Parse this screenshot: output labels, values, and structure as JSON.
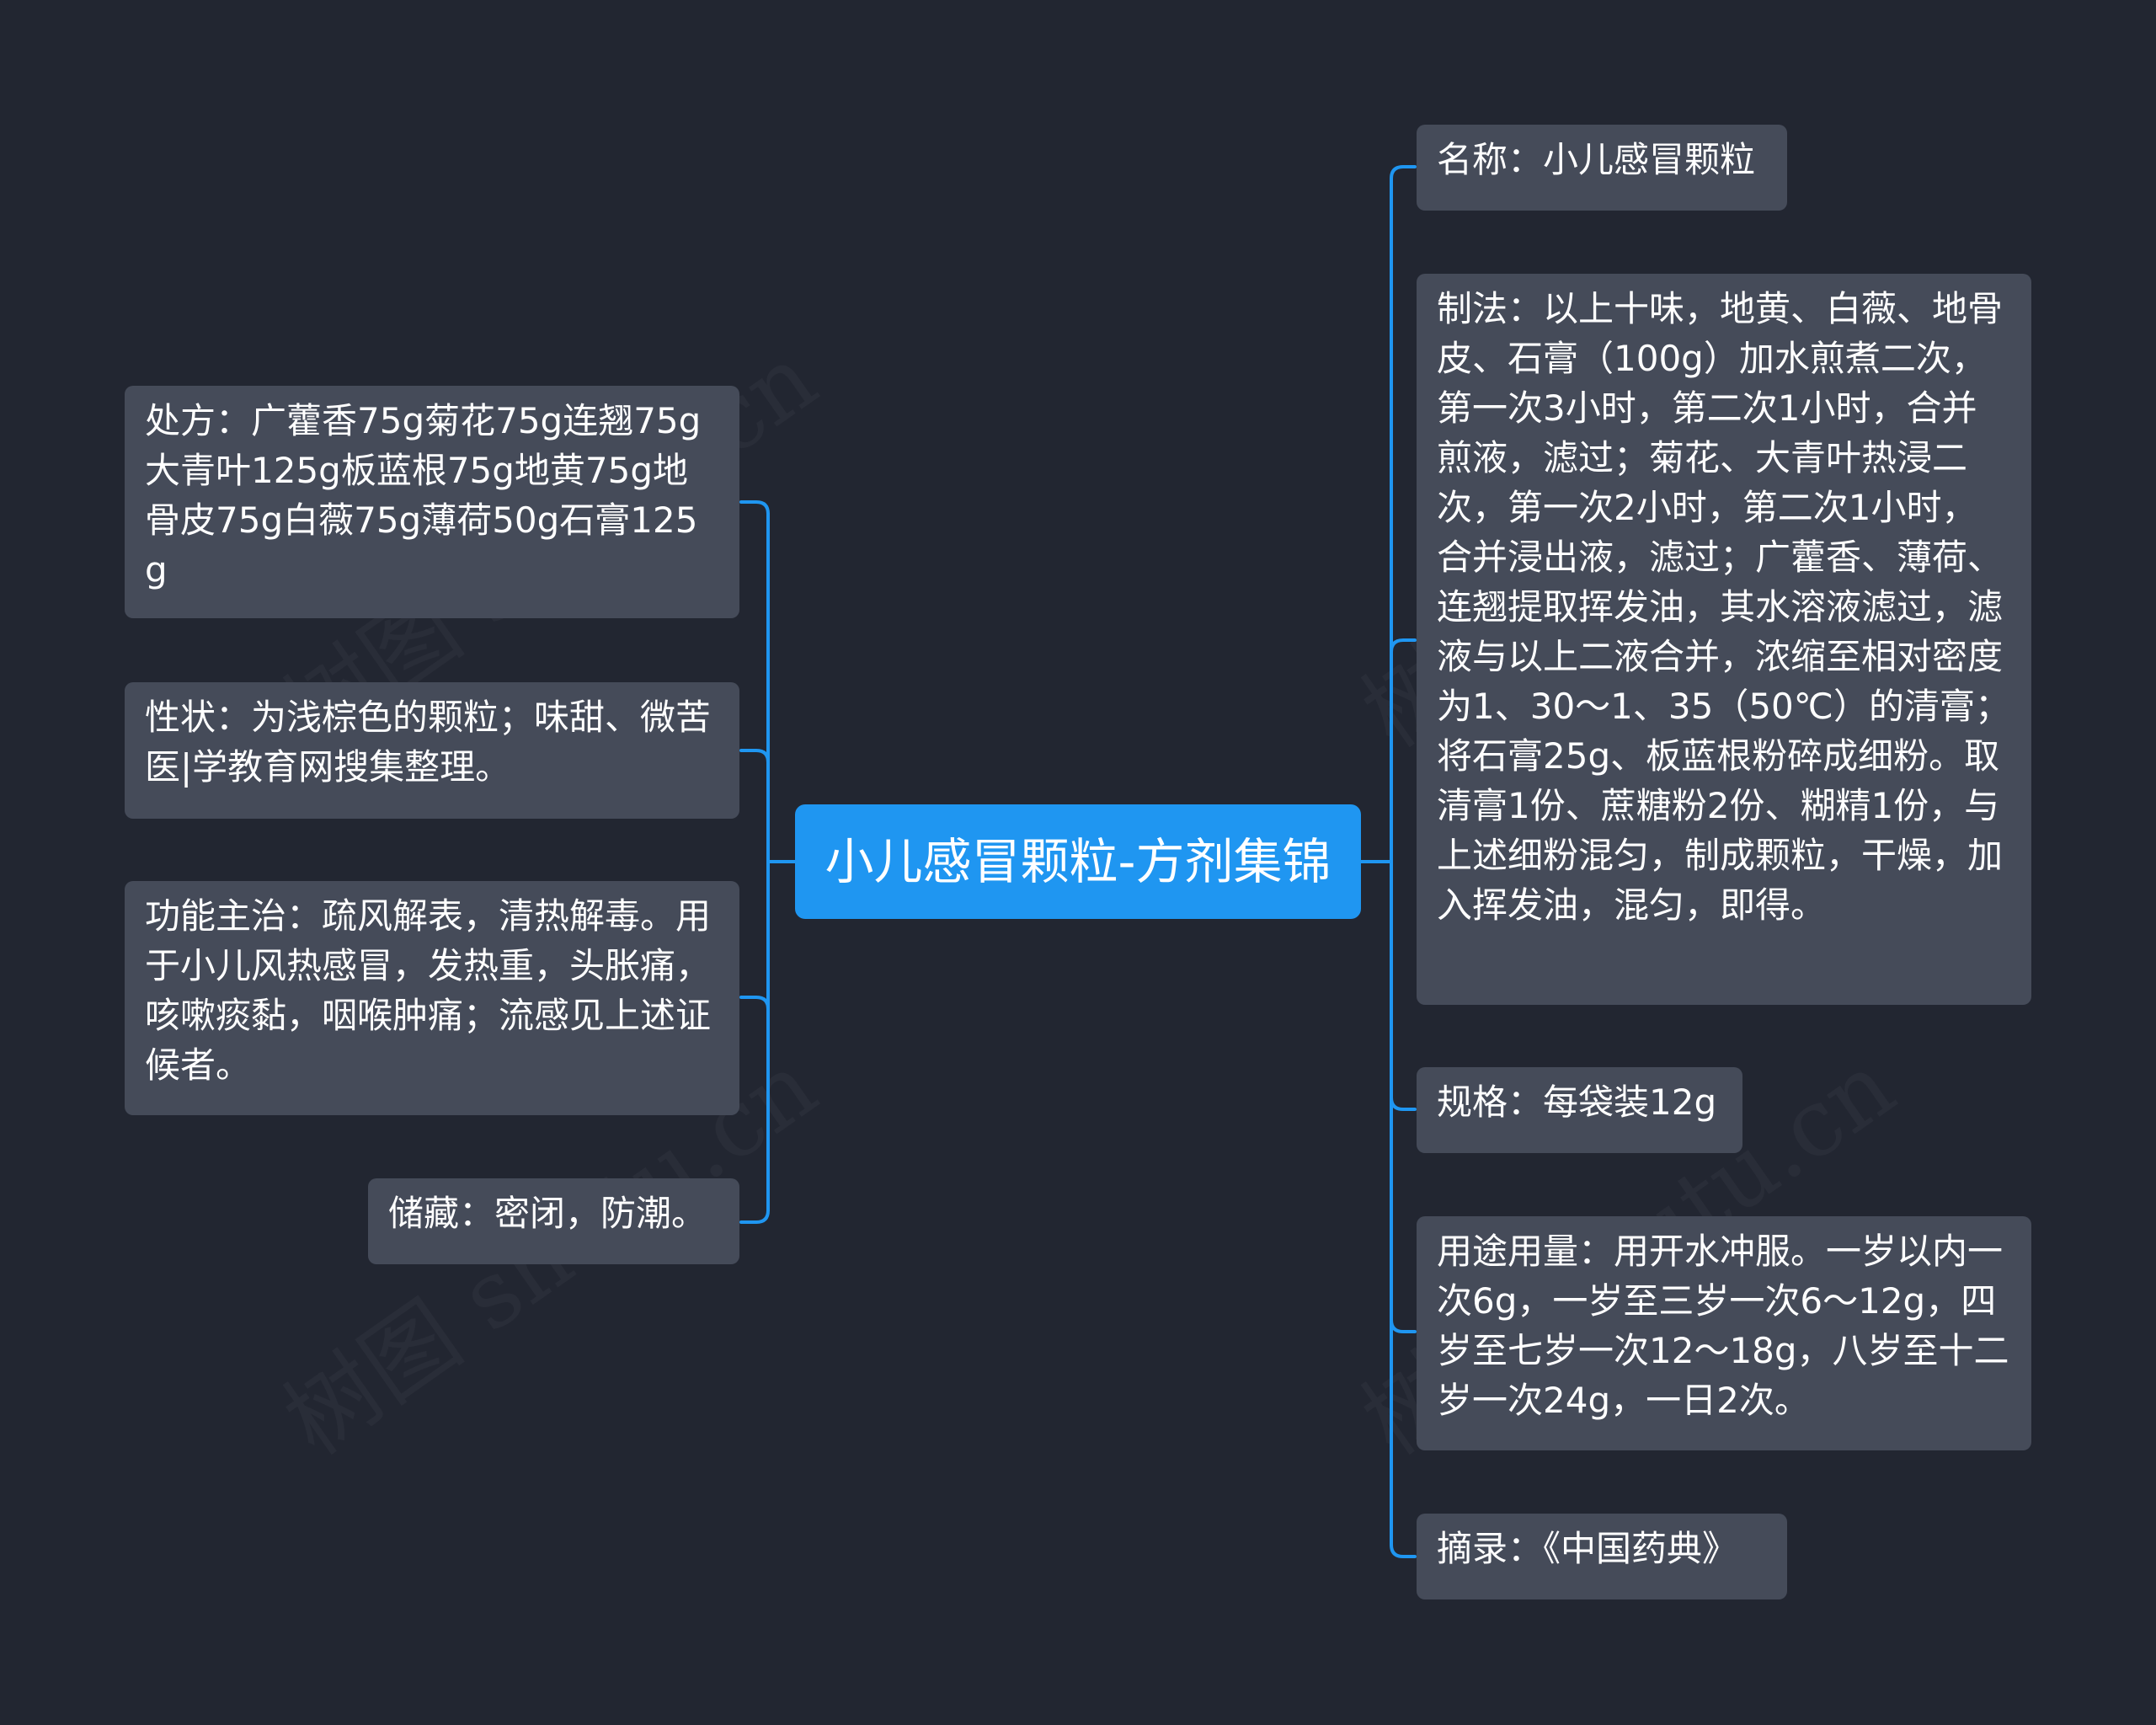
{
  "center": {
    "label": "小儿感冒颗粒-方剂集锦"
  },
  "left_nodes": [
    {
      "label": "处方：广藿香75g菊花75g连翘75g大青叶125g板蓝根75g地黄75g地骨皮75g白薇75g薄荷50g石膏125g"
    },
    {
      "label": "性状：为浅棕色的颗粒；味甜、微苦医|学教育网搜集整理。"
    },
    {
      "label": "功能主治：疏风解表，清热解毒。用于小儿风热感冒，发热重，头胀痛，咳嗽痰黏，咽喉肿痛；流感见上述证候者。"
    },
    {
      "label": "储藏：密闭，防潮。"
    }
  ],
  "right_nodes": [
    {
      "label": "名称：小儿感冒颗粒"
    },
    {
      "label": "制法：以上十味，地黄、白薇、地骨皮、石膏（100g）加水煎煮二次，第一次3小时，第二次1小时，合并煎液，滤过；菊花、大青叶热浸二次，第一次2小时，第二次1小时，合并浸出液，滤过；广藿香、薄荷、连翘提取挥发油，其水溶液滤过，滤液与以上二液合并，浓缩至相对密度为1、30～1、35（50℃）的清膏；将石膏25g、板蓝根粉碎成细粉。取清膏1份、蔗糖粉2份、糊精1份，与上述细粉混匀，制成颗粒，干燥，加入挥发油，混匀，即得。"
    },
    {
      "label": "规格：每袋装12g"
    },
    {
      "label": "用途用量：用开水冲服。一岁以内一次6g，一岁至三岁一次6～12g，四岁至七岁一次12～18g，八岁至十二岁一次24g，一日2次。"
    },
    {
      "label": "摘录：《中国药典》"
    }
  ],
  "colors": {
    "background": "#222631",
    "node_fill": "#454b59",
    "center_fill": "#1f96f1",
    "connector": "#1f96f1",
    "text": "#ffffff"
  }
}
